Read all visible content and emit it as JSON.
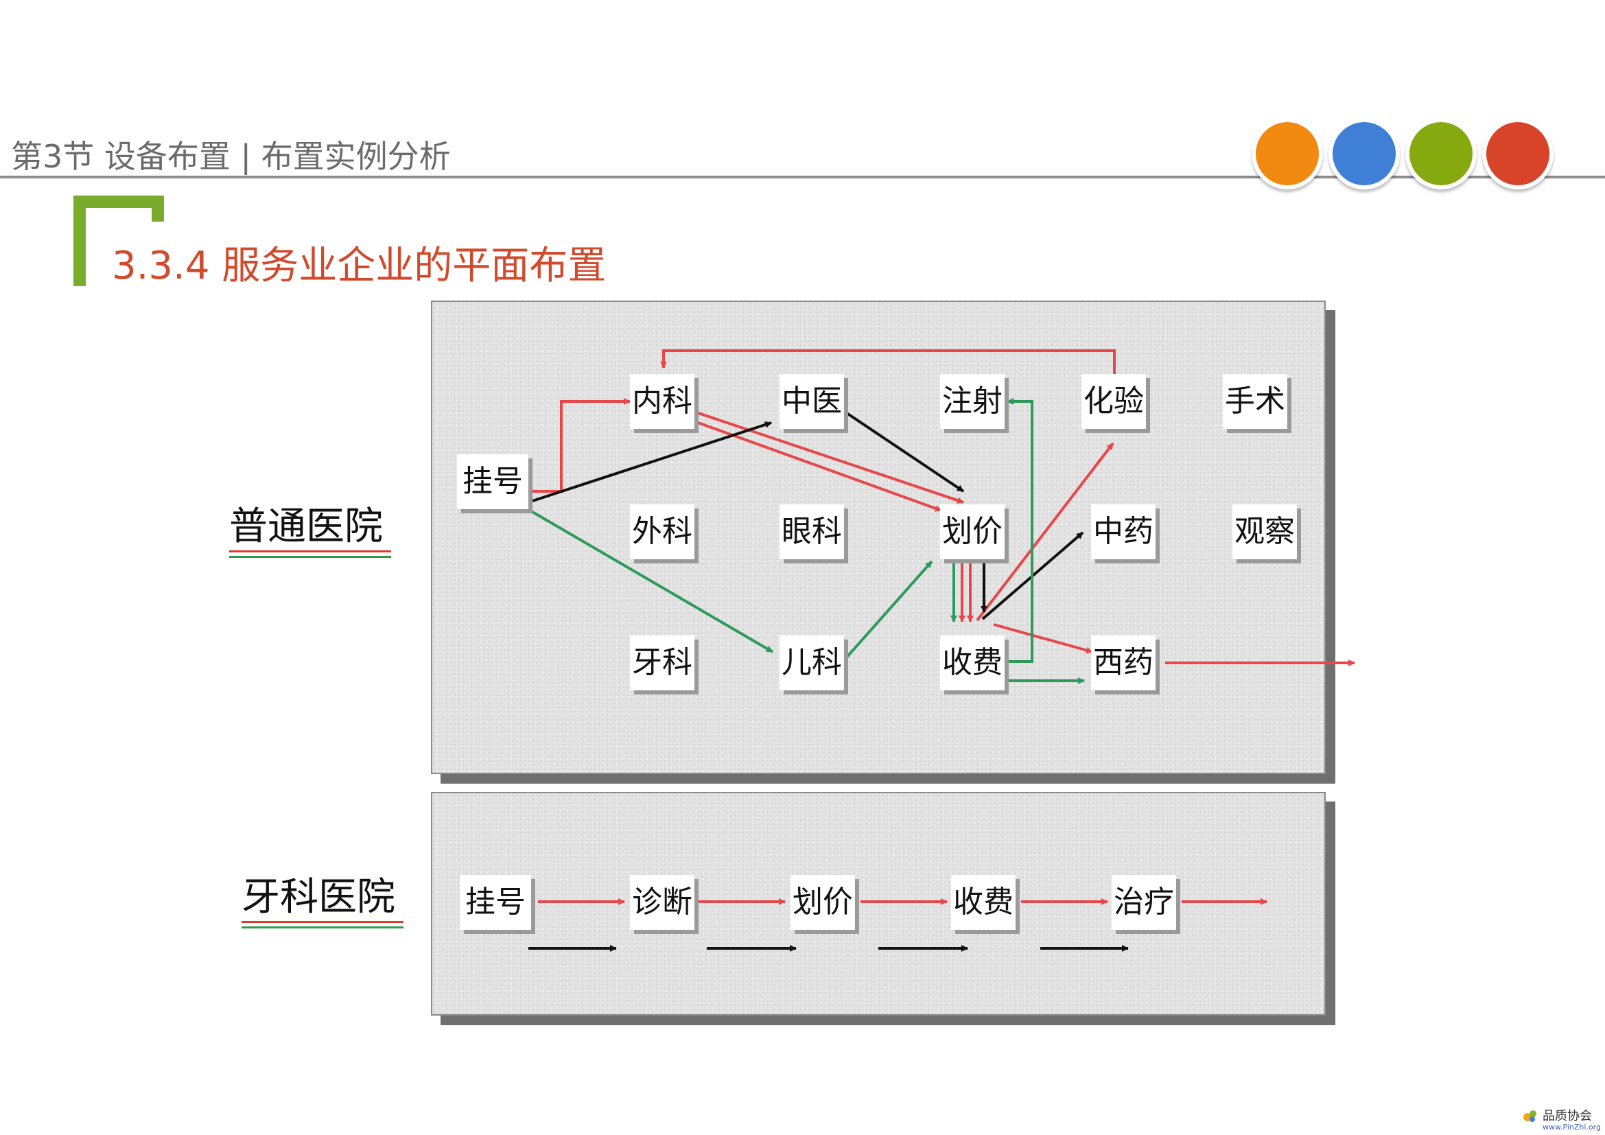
{
  "header": {
    "title": "第3节 设备布置 | 布置实例分析"
  },
  "dots": [
    {
      "name": "orange",
      "color": "#f28a12"
    },
    {
      "name": "blue",
      "color": "#3f7fd6"
    },
    {
      "name": "green",
      "color": "#86a90f"
    },
    {
      "name": "red",
      "color": "#d7442a"
    }
  ],
  "section": {
    "title": "3.3.4 服务业企业的平面布置"
  },
  "general_hospital": {
    "label": "普通医院",
    "nodes": {
      "guahao": "挂号",
      "neike": "内科",
      "zhongyi": "中医",
      "zhushe": "注射",
      "huayan": "化验",
      "shoushu": "手术",
      "waike": "外科",
      "yanke": "眼科",
      "huajia": "划价",
      "zhongyao": "中药",
      "guancha": "观察",
      "yake": "牙科",
      "erke": "儿科",
      "shoufei": "收费",
      "xiyao": "西药"
    }
  },
  "dental_hospital": {
    "label": "牙科医院",
    "nodes": [
      "挂号",
      "诊断",
      "划价",
      "收费",
      "治疗"
    ]
  },
  "colors": {
    "red": "#e8474a",
    "green": "#2e9a5a",
    "black": "#111111",
    "title": "#d24a2c",
    "accent": "#7aab2c"
  },
  "footer": {
    "brand": "品质协会",
    "url": "www.PinZhi.org"
  }
}
